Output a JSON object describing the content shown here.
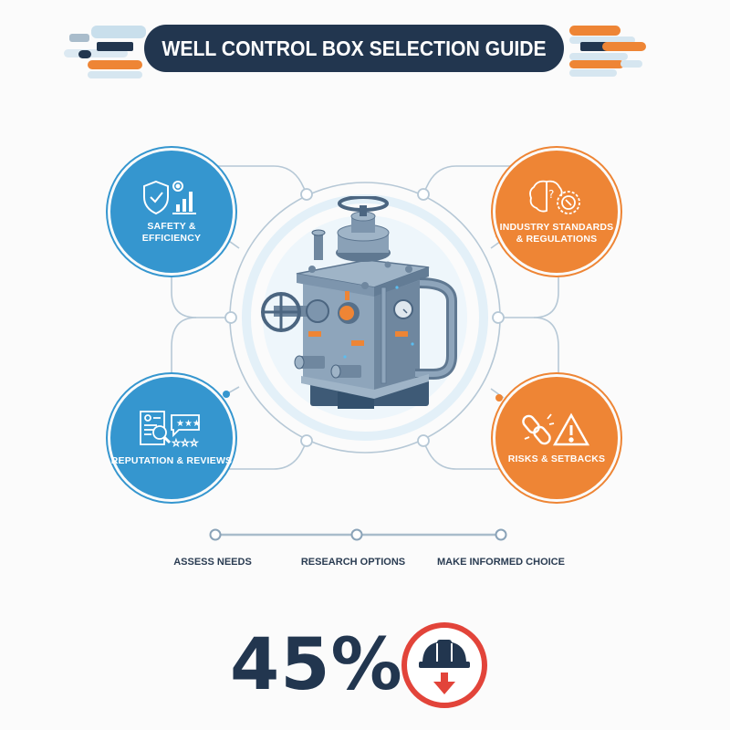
{
  "header": {
    "title": "WELL CONTROL BOX SELECTION GUIDE"
  },
  "colors": {
    "navy": "#22364f",
    "blue": "#3596cf",
    "orange": "#ee8535",
    "light_blue": "#c9dfec",
    "line_gray": "#a9bccb",
    "red": "#e2443a",
    "background": "#fbfbfb"
  },
  "center": {
    "illustration": "well-control-box-illustration"
  },
  "categories": [
    {
      "label": "SAFETY &\nEFFICIENCY",
      "icon": "shield-check-gear-bar-chart-icon",
      "color": "blue"
    },
    {
      "label": "INDUSTRY STANDARDS\n& REGULATIONS",
      "icon": "brain-question-gear-wrench-icon",
      "color": "orange"
    },
    {
      "label": "REPUTATION & REVIEWS",
      "icon": "document-magnifier-star-rating-icon",
      "color": "blue"
    },
    {
      "label": "RISKS & SETBACKS",
      "icon": "broken-chain-warning-icon",
      "color": "orange"
    }
  ],
  "steps": [
    {
      "label": "ASSESS NEEDS"
    },
    {
      "label": "RESEARCH OPTIONS"
    },
    {
      "label": "MAKE INFORMED CHOICE"
    }
  ],
  "stat": {
    "value": "45%",
    "icon": "hard-hat-down-arrow-icon"
  }
}
